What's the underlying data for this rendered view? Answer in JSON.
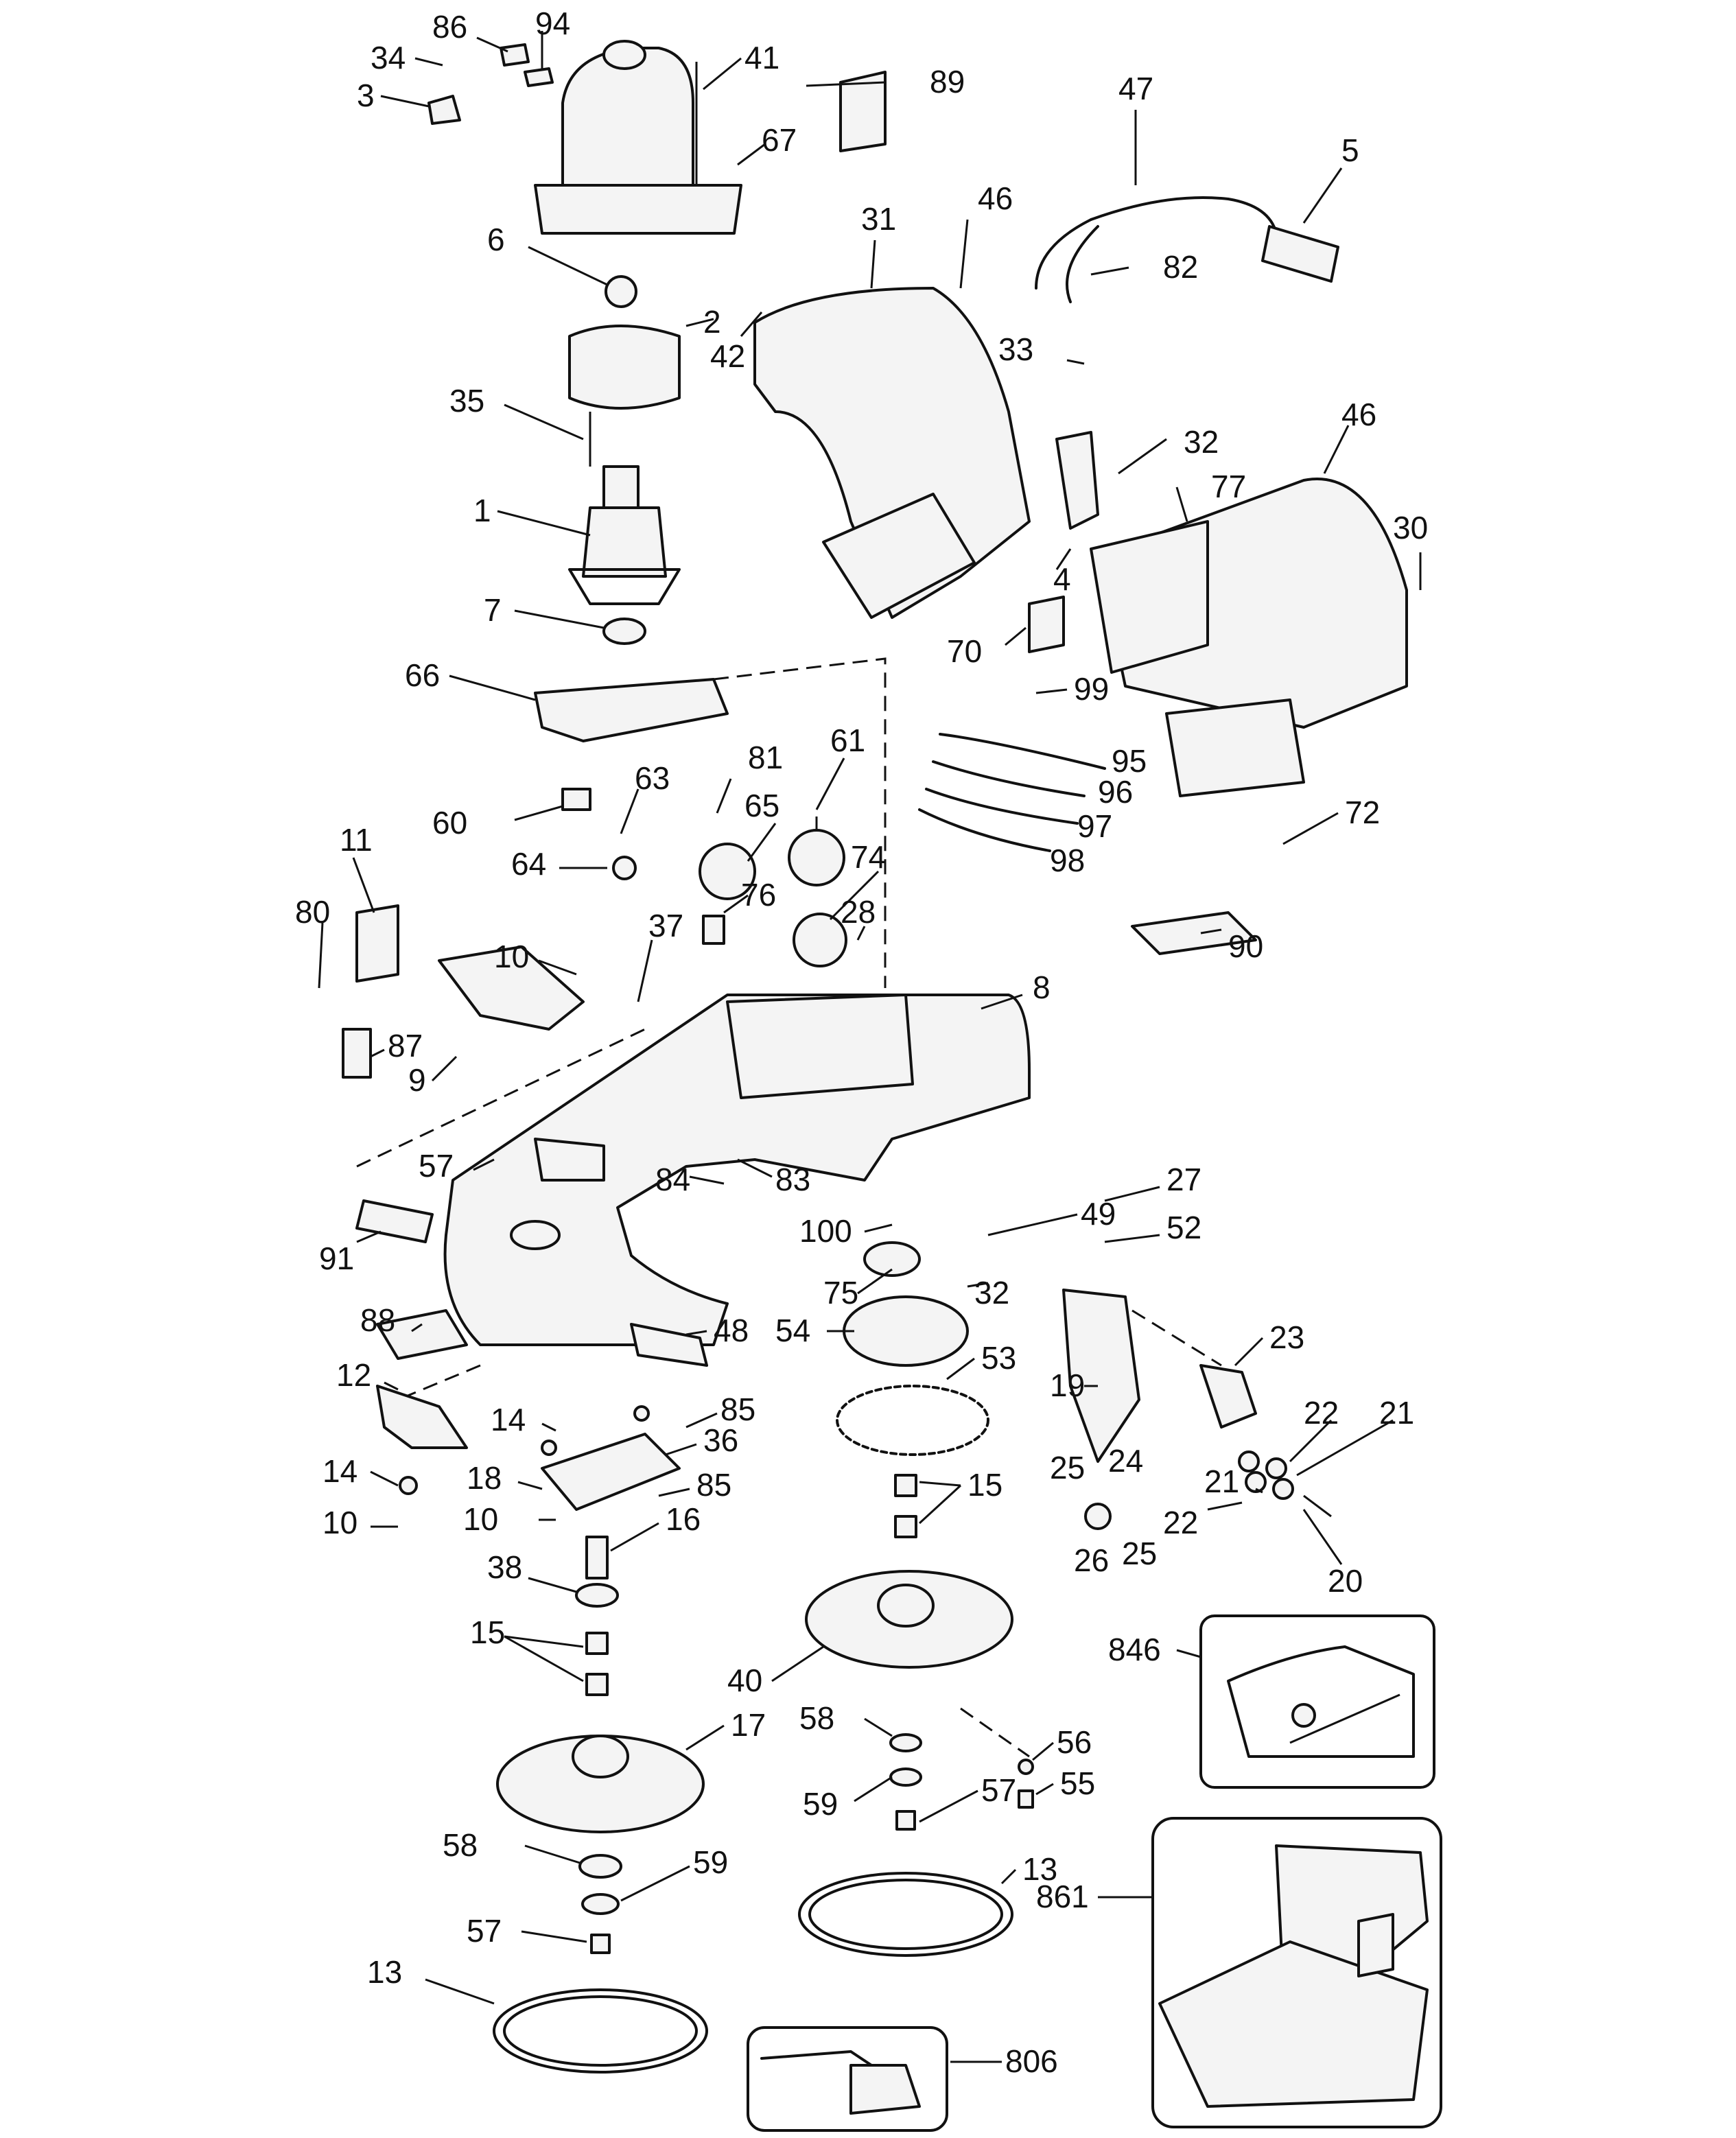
{
  "callouts": {
    "c3": "3",
    "c34": "34",
    "c86": "86",
    "c94": "94",
    "c41": "41",
    "c67": "67",
    "c89": "89",
    "c47": "47",
    "c5": "5",
    "c82": "82",
    "c31": "31",
    "c46a": "46",
    "c42": "42",
    "c6": "6",
    "c2": "2",
    "c35": "35",
    "c1": "1",
    "c7": "7",
    "c66": "66",
    "c33": "33",
    "c32a": "32",
    "c46b": "46",
    "c77": "77",
    "c30": "30",
    "c4": "4",
    "c70": "70",
    "c99": "99",
    "c95": "95",
    "c96": "96",
    "c97": "97",
    "c98": "98",
    "c72": "72",
    "c90": "90",
    "c60": "60",
    "c63": "63",
    "c64": "64",
    "c81": "81",
    "c65": "65",
    "c61": "61",
    "c74": "74",
    "c76": "76",
    "c28": "28",
    "c11": "11",
    "c80": "80",
    "c87": "87",
    "c10a": "10",
    "c37": "37",
    "c9": "9",
    "c8": "8",
    "c57a": "57",
    "c84": "84",
    "c83": "83",
    "c100": "100",
    "c49": "49",
    "c27": "27",
    "c52": "52",
    "c91": "91",
    "c75": "75",
    "c32b": "32",
    "c54": "54",
    "c48": "48",
    "c88": "88",
    "c53": "53",
    "c23": "23",
    "c19": "19",
    "c12": "12",
    "c85a": "85",
    "c36": "36",
    "c14a": "14",
    "c85b": "85",
    "c18": "18",
    "c14b": "14",
    "c10b": "10",
    "c10c": "10",
    "c16": "16",
    "c15a": "15",
    "c22a": "22",
    "c21a": "21",
    "c21b": "21",
    "c25a": "25",
    "c24": "24",
    "c22b": "22",
    "c26": "26",
    "c25b": "25",
    "c20": "20",
    "c38": "38",
    "c15b": "15",
    "c40": "40",
    "c846": "846",
    "c17": "17",
    "c58a": "58",
    "c56": "56",
    "c55": "55",
    "c58b": "58",
    "c59a": "59",
    "c57b": "57",
    "c59b": "59",
    "c13a": "13",
    "c57c": "57",
    "c861": "861",
    "c13b": "13",
    "c806": "806"
  }
}
